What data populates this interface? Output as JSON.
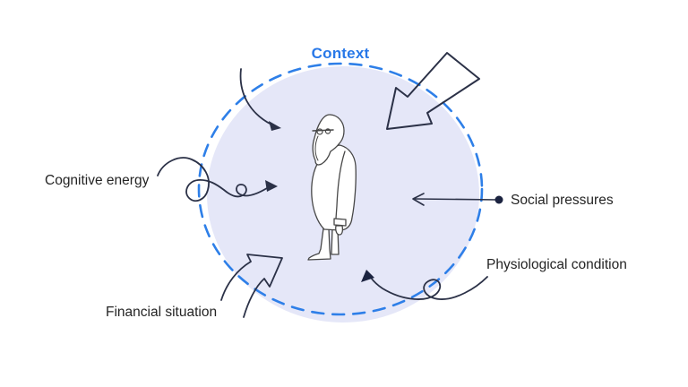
{
  "diagram": {
    "title": "Context",
    "figure": "person-standing",
    "factors": [
      {
        "label": "Cognitive energy",
        "position": "left"
      },
      {
        "label": "Social pressures",
        "position": "right"
      },
      {
        "label": "Physiological condition",
        "position": "bottom-right"
      },
      {
        "label": "Financial situation",
        "position": "bottom-left"
      }
    ],
    "colors": {
      "context_fill": "#E5E7F8",
      "context_border": "#2E7FE8",
      "title_blue": "#2878E8",
      "ink": "#2B3147",
      "label_text": "#242424"
    }
  }
}
